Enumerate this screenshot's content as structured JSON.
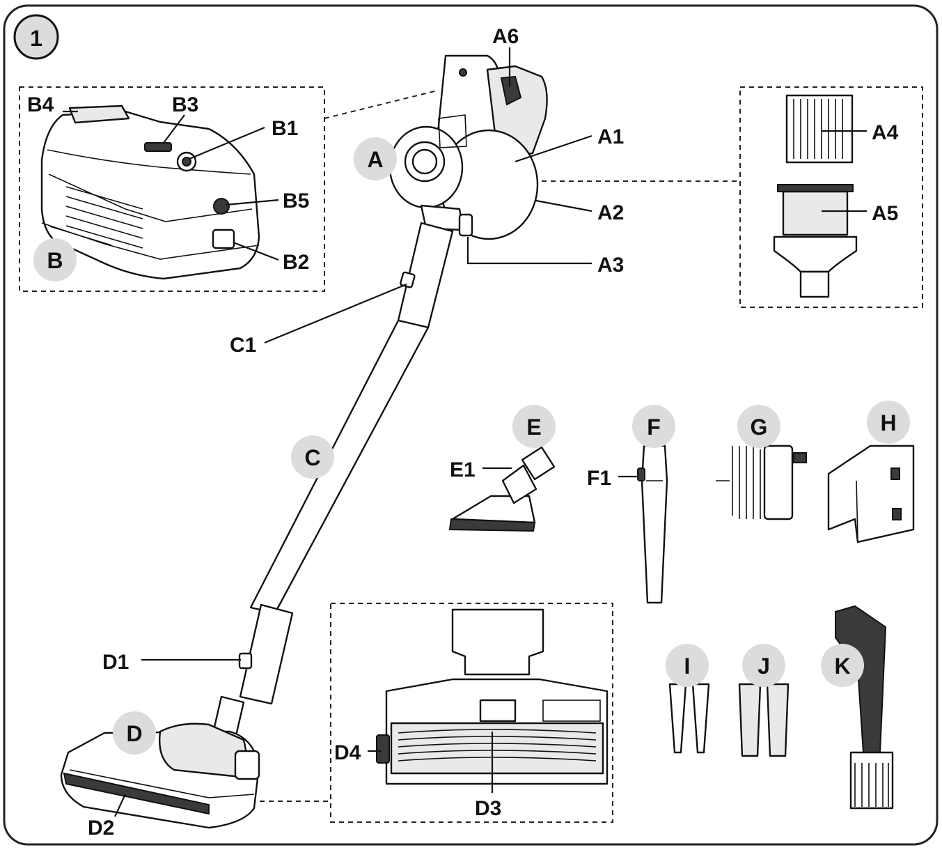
{
  "figure": {
    "number": "1"
  },
  "callouts": {
    "A": "A",
    "A1": "A1",
    "A2": "A2",
    "A3": "A3",
    "A4": "A4",
    "A5": "A5",
    "A6": "A6",
    "B": "B",
    "B1": "B1",
    "B2": "B2",
    "B3": "B3",
    "B4": "B4",
    "B5": "B5",
    "C": "C",
    "C1": "C1",
    "D": "D",
    "D1": "D1",
    "D2": "D2",
    "D3": "D3",
    "D4": "D4",
    "E": "E",
    "E1": "E1",
    "F": "F",
    "F1": "F1",
    "G": "G",
    "H": "H",
    "I": "I",
    "J": "J",
    "K": "K"
  },
  "colors": {
    "line": "#111111",
    "badge": "#dcdcdc",
    "frame": "#222222"
  }
}
